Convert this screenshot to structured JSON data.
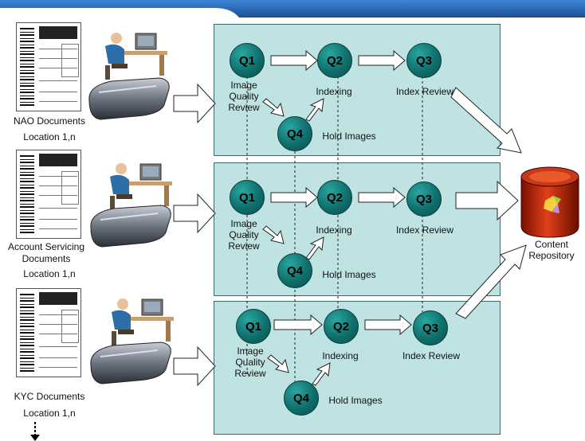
{
  "diagram": {
    "rows": [
      {
        "doc_label_1": "NAO Documents",
        "doc_label_2": "",
        "location": "Location 1,n",
        "q1": "Q1",
        "q2": "Q2",
        "q3": "Q3",
        "q4": "Q4",
        "q1_label": "Image\nQuality\nReview",
        "q2_label": "Indexing",
        "q3_label": "Index Review",
        "q4_label": "Hold Images"
      },
      {
        "doc_label_1": "Account Servicing",
        "doc_label_2": "Documents",
        "location": "Location 1,n",
        "q1": "Q1",
        "q2": "Q2",
        "q3": "Q3",
        "q4": "Q4",
        "q1_label": "Image\nQuality\nReview",
        "q2_label": "Indexing",
        "q3_label": "Index Review",
        "q4_label": "Hold Images"
      },
      {
        "doc_label_1": "KYC Documents",
        "doc_label_2": "",
        "location": "Location 1,n",
        "q1": "Q1",
        "q2": "Q2",
        "q3": "Q3",
        "q4": "Q4",
        "q1_label": "Image\nQuality\nReview",
        "q2_label": "Indexing",
        "q3_label": "Index Review",
        "q4_label": "Hold Images"
      }
    ],
    "repository_label": "Content\nRepository",
    "colors": {
      "panel": "#bfe3e3",
      "node": "#0f6f6c",
      "topbar": "#1f5fa8"
    }
  }
}
